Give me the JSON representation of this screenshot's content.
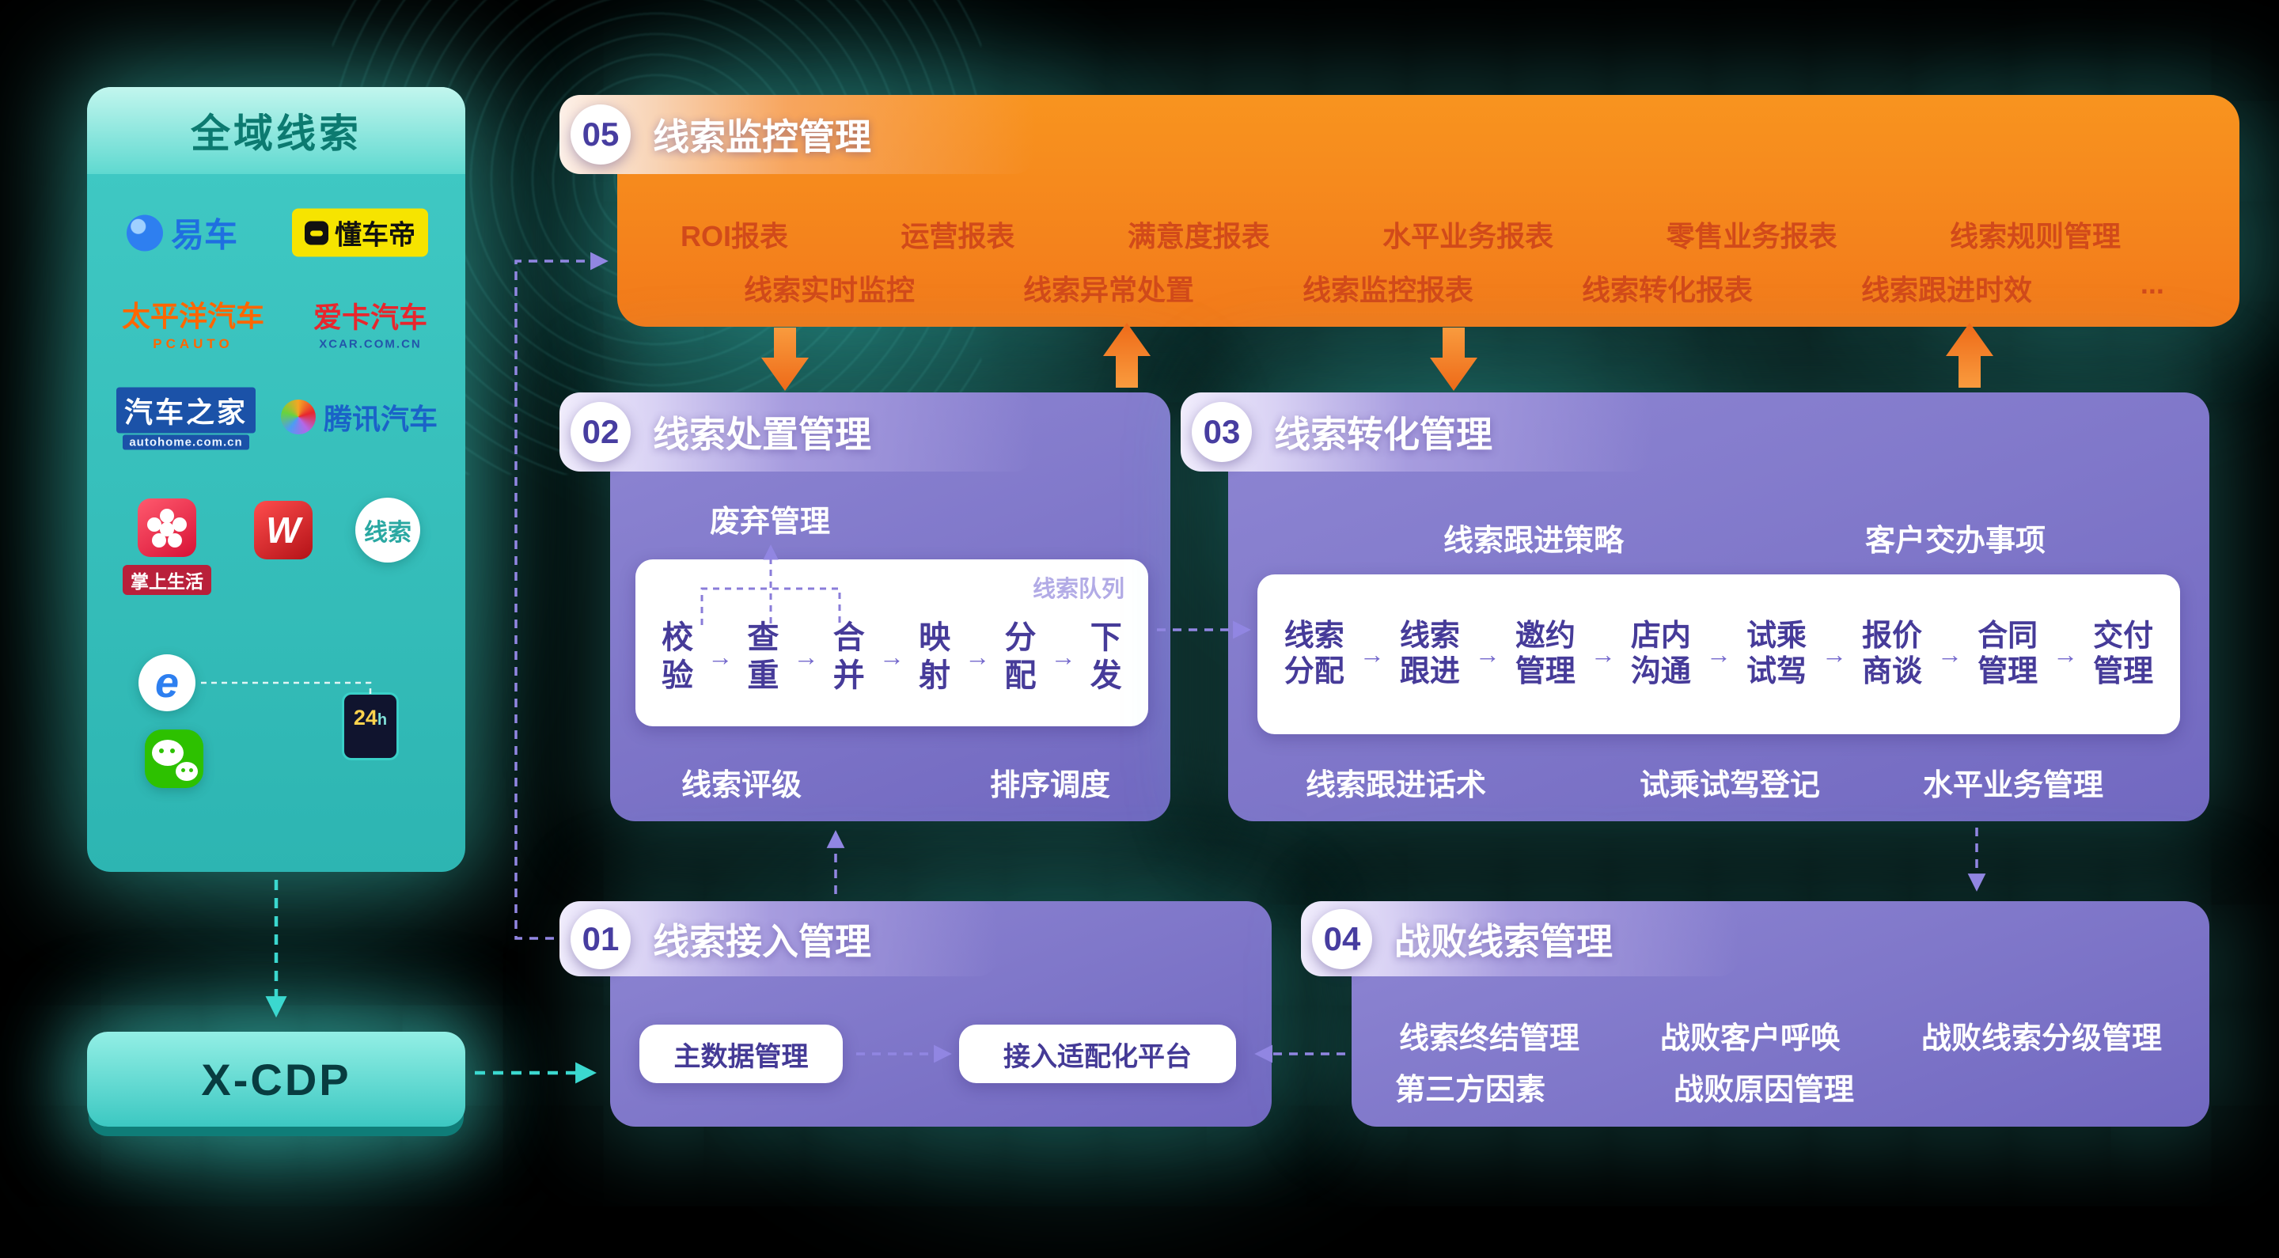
{
  "glyphs": {
    "arrow_right": "→"
  },
  "colors": {
    "teal": "#35C2BE",
    "orange": "#F6861F",
    "purple": "#7A72C7",
    "orange_text": "#D14A1A",
    "accent_arrow": "#9186E2"
  },
  "source": {
    "title": "全域线索",
    "logos": {
      "yiche": "易车",
      "dongchedi": "懂车帝",
      "pcauto": "太平洋汽车",
      "pcauto_sub": "PCAUTO",
      "xcar": "爱卡汽车",
      "xcar_sub": "XCAR.COM.CN",
      "autohome": "汽车之家",
      "autohome_sub": "autohome.com.cn",
      "tencent": "腾讯汽车",
      "zhangshang": "掌上生活",
      "wlogo": "W",
      "xiansuo": "线索",
      "ie": "e",
      "h24_num": "24",
      "h24_h": "h"
    }
  },
  "xcdp": {
    "label": "X-CDP"
  },
  "panel05": {
    "number": "05",
    "title": "线索监控管理",
    "row1": [
      "ROI报表",
      "运营报表",
      "满意度报表",
      "水平业务报表",
      "零售业务报表",
      "线索规则管理"
    ],
    "row2": [
      "线索实时监控",
      "线索异常处置",
      "线索监控报表",
      "线索转化报表",
      "线索跟进时效",
      "..."
    ]
  },
  "panel02": {
    "number": "02",
    "title": "线索处置管理",
    "discard": "废弃管理",
    "queue": "线索队列",
    "steps": [
      "校验",
      "查重",
      "合并",
      "映射",
      "分配",
      "下发"
    ],
    "bottom": [
      "线索评级",
      "排序调度"
    ]
  },
  "panel03": {
    "number": "03",
    "title": "线索转化管理",
    "top": [
      "线索跟进策略",
      "客户交办事项"
    ],
    "steps": [
      "线索分配",
      "线索跟进",
      "邀约管理",
      "店内沟通",
      "试乘试驾",
      "报价商谈",
      "合同管理",
      "交付管理"
    ],
    "bottom": [
      "线索跟进话术",
      "试乘试驾登记",
      "水平业务管理"
    ]
  },
  "panel01": {
    "number": "01",
    "title": "线索接入管理",
    "boxes": [
      "主数据管理",
      "接入适配化平台"
    ]
  },
  "panel04": {
    "number": "04",
    "title": "战败线索管理",
    "row1": [
      "线索终结管理",
      "战败客户呼唤",
      "战败线索分级管理"
    ],
    "row2": [
      "第三方因素",
      "战败原因管理"
    ]
  }
}
